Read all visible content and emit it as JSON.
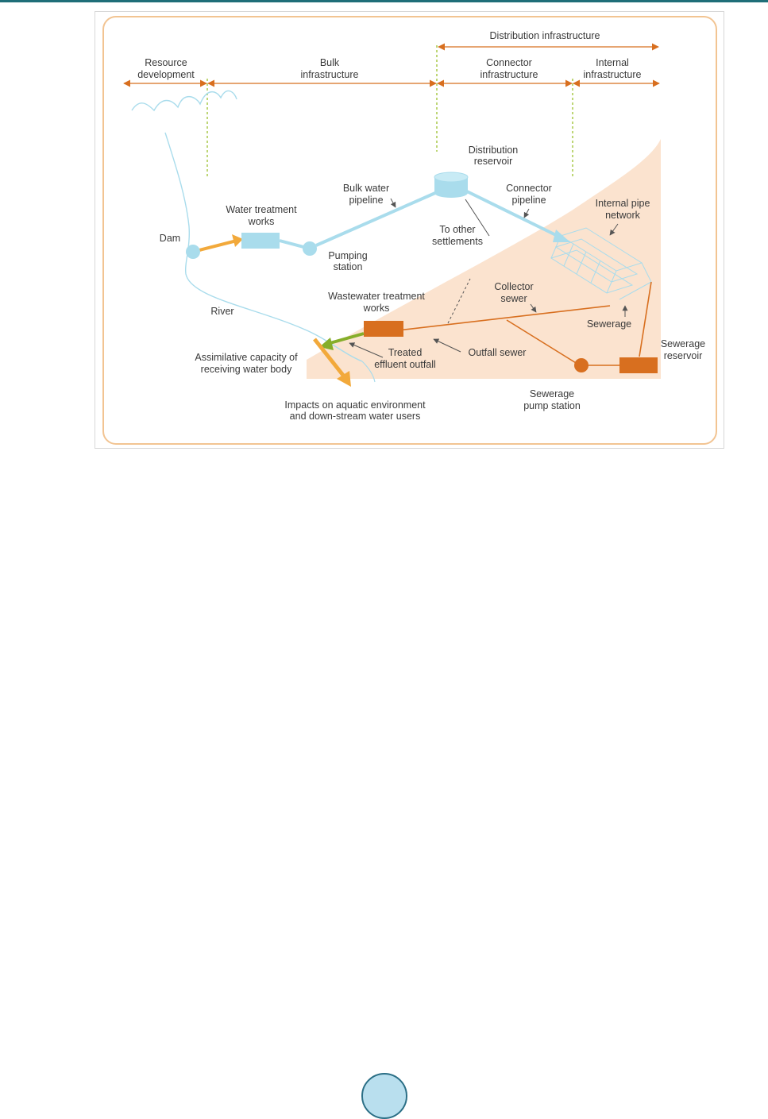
{
  "colors": {
    "accent_rule": "#1f6e78",
    "frame_border": "#f2c492",
    "water": "#a9dcec",
    "wastewater": "#d86f1f",
    "settlement_area": "#fbe3cf",
    "raw_water_arrow": "#f2a93b",
    "effluent_arrow": "#86ae2a",
    "zone_divider": "#9cbf2c"
  },
  "zones": {
    "distribution": "Distribution infrastructure",
    "resource_line1": "Resource",
    "resource_line2": "development",
    "bulk_line1": "Bulk",
    "bulk_line2": "infrastructure",
    "connector_line1": "Connector",
    "connector_line2": "infrastructure",
    "internal_line1": "Internal",
    "internal_line2": "infrastructure"
  },
  "labels": {
    "dist_reservoir_line1": "Distribution",
    "dist_reservoir_line2": "reservoir",
    "bulk_pipeline_line1": "Bulk water",
    "bulk_pipeline_line2": "pipeline",
    "connector_pipeline_line1": "Connector",
    "connector_pipeline_line2": "pipeline",
    "internal_network_line1": "Internal pipe",
    "internal_network_line2": "network",
    "wtw_line1": "Water treatment",
    "wtw_line2": "works",
    "dam": "Dam",
    "other_settlements_line1": "To other",
    "other_settlements_line2": "settlements",
    "pumping_line1": "Pumping",
    "pumping_line2": "station",
    "river": "River",
    "wwtw_line1": "Wastewater treatment",
    "wwtw_line2": "works",
    "collector_line1": "Collector",
    "collector_line2": "sewer",
    "sewerage": "Sewerage",
    "sewerage_reservoir_line1": "Sewerage",
    "sewerage_reservoir_line2": "reservoir",
    "assimilative_line1": "Assimilative capacity of",
    "assimilative_line2": "receiving water body",
    "treated_line1": "Treated",
    "treated_line2": "effluent outfall",
    "outfall": "Outfall sewer",
    "sewerage_pump_line1": "Sewerage",
    "sewerage_pump_line2": "pump station",
    "impacts_line1": "Impacts on aquatic environment",
    "impacts_line2": "and down-stream water users"
  }
}
